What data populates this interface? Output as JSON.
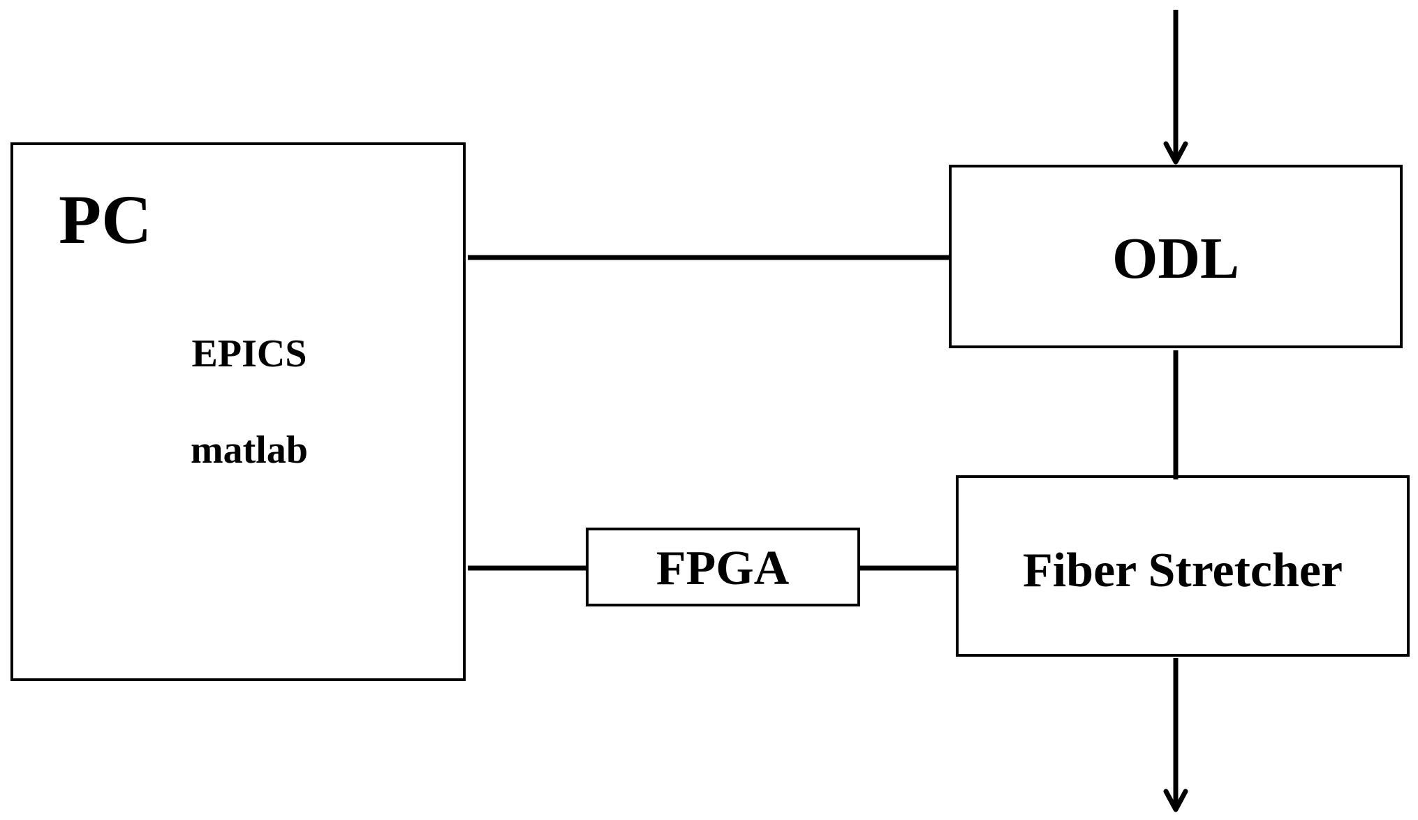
{
  "diagram": {
    "pc": {
      "title": "PC",
      "software": [
        "EPICS",
        "matlab"
      ]
    },
    "odl": {
      "label": "ODL"
    },
    "fpga": {
      "label": "FPGA"
    },
    "fiber_stretcher": {
      "label": "Fiber Stretcher"
    }
  },
  "colors": {
    "stroke": "#000000",
    "background": "#ffffff"
  }
}
